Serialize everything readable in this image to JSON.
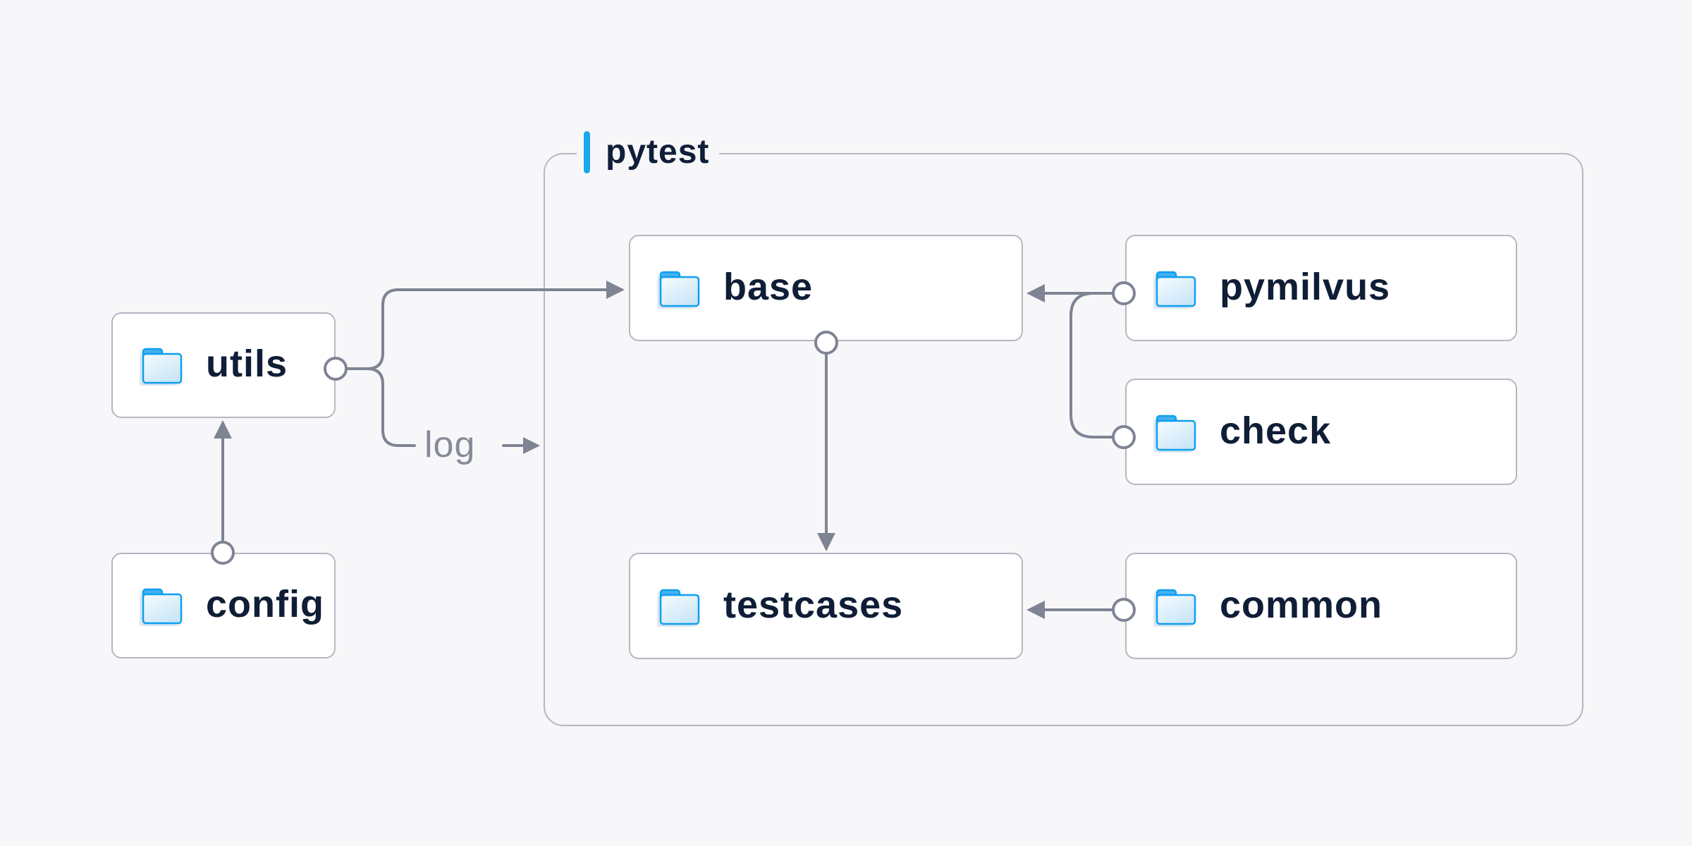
{
  "diagram": {
    "container": {
      "label": "pytest"
    },
    "nodes": [
      {
        "id": "utils",
        "label": "utils",
        "inside_container": false
      },
      {
        "id": "config",
        "label": "config",
        "inside_container": false
      },
      {
        "id": "base",
        "label": "base",
        "inside_container": true
      },
      {
        "id": "pymilvus",
        "label": "pymilvus",
        "inside_container": true
      },
      {
        "id": "check",
        "label": "check",
        "inside_container": true
      },
      {
        "id": "testcases",
        "label": "testcases",
        "inside_container": true
      },
      {
        "id": "common",
        "label": "common",
        "inside_container": true
      }
    ],
    "edges": [
      {
        "from": "utils",
        "to": "base",
        "label": ""
      },
      {
        "from": "utils",
        "to": "log",
        "label": "log"
      },
      {
        "from": "config",
        "to": "utils",
        "label": ""
      },
      {
        "from": "base",
        "to": "testcases",
        "label": ""
      },
      {
        "from": "pymilvus",
        "to": "base",
        "label": ""
      },
      {
        "from": "pymilvus",
        "to": "check",
        "label": ""
      },
      {
        "from": "common",
        "to": "testcases",
        "label": ""
      }
    ],
    "edge_label_log": "log",
    "colors": {
      "background": "#f7f7f9",
      "node_fill": "#ffffff",
      "node_border": "#b5b7c3",
      "container_border": "#b5b7c3",
      "text_navy": "#0f1e36",
      "connector_gray": "#7f8494",
      "edge_label_gray": "#868b99",
      "accent_blue": "#18a8eb",
      "folder_stroke_blue": "#109ff0",
      "folder_tab_blue": "#45b0f0",
      "folder_body_light": "#e9f5fd"
    }
  }
}
